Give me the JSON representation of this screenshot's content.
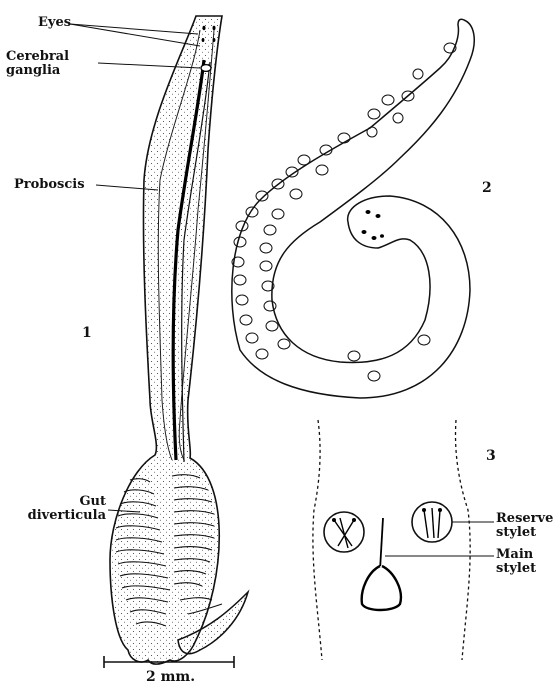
{
  "labels": {
    "eyes": "Eyes",
    "cerebral_1": "Cerebral",
    "cerebral_2": "ganglia",
    "proboscis": "Proboscis",
    "gut_1": "Gut",
    "gut_2": "diverticula",
    "reserve_1": "Reserve",
    "reserve_2": "stylet",
    "main_1": "Main",
    "main_2": "stylet"
  },
  "figure_numbers": {
    "fig1": "1",
    "fig2": "2",
    "fig3": "3"
  },
  "scale_bar": {
    "text": "2 mm."
  }
}
